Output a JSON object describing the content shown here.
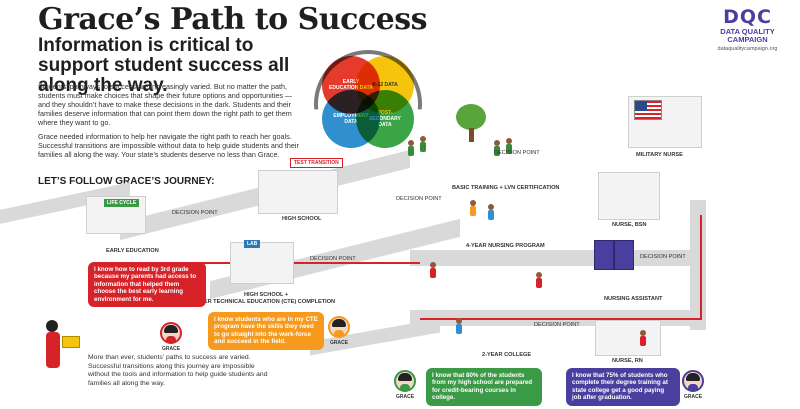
{
  "header": {
    "title": "Grace’s Path to Success",
    "subtitle": "Information is critical to support student success all along the way."
  },
  "intro": {
    "p1": "Students’ pathways to success are increasingly varied. But no matter the path, students must make choices that shape their future options and opportunities —and they shouldn’t have to make these decisions in the dark. Students and their families deserve information that can point them down the right path to get them where they want to go.",
    "p2": "Grace needed information to help her navigate the right path to reach her goals. Successful transitions are impossible without data to help guide students and their families all along the way. Your state’s students deserve no less than Grace."
  },
  "logo": {
    "mark": "DQC",
    "name_line1": "DATA QUALITY",
    "name_line2": "CAMPAIGN",
    "url": "dataqualitycampaign.org"
  },
  "venn": {
    "early": "EARLY EDUCATION DATA",
    "k12": "K-12 DATA",
    "employment": "EMPLOYMENT DATA",
    "postsecondary": "POST-SECONDARY DATA"
  },
  "journey_heading": "LET’S FOLLOW GRACE’S JOURNEY:",
  "stages": {
    "early_education": "EARLY EDUCATION",
    "high_school": "HIGH SCHOOL",
    "cte_line1": "HIGH SCHOOL +",
    "cte_line2": "CAREER TECHNICAL EDUCATION (CTE) COMPLETION",
    "basic_training": "BASIC TRAINING + LVN CERTIFICATION",
    "military_nurse": "MILITARY NURSE",
    "nursing_program": "4-YEAR NURSING PROGRAM",
    "nurse_bsn": "NURSE, BSN",
    "nursing_assistant": "NURSING ASSISTANT",
    "two_year_college": "2-YEAR COLLEGE",
    "nurse_rn": "NURSE, RN"
  },
  "decision_point": "DECISION POINT",
  "signs": {
    "life_cycle": "LIFE CYCLE",
    "lab": "LAB",
    "test": "TEST TRANSITION"
  },
  "quotes": {
    "q1": "I know how to read by 3rd grade because my parents had access to information that helped them choose the best early learning environment for me.",
    "q2": "I know students who are in my CTE program have the skills they need to go straight into the work-force and succeed in the field.",
    "q3": "I know that 80% of the students from my high school are prepared for credit-bearing courses in college.",
    "q4": "I know that 75% of students who complete their degree training at state college get a good paying job after graduation."
  },
  "grace": "GRACE",
  "closing": "More than ever, students’ paths to success are varied. Successful transitions along this journey are impossible without the tools and information to help guide students and families all along the way.",
  "colors": {
    "brand": "#4a3f9e",
    "red": "#d6232a",
    "orange": "#f59a1d",
    "green": "#3a9a45",
    "blue": "#2f8fcf",
    "yellow": "#f6c40c"
  }
}
